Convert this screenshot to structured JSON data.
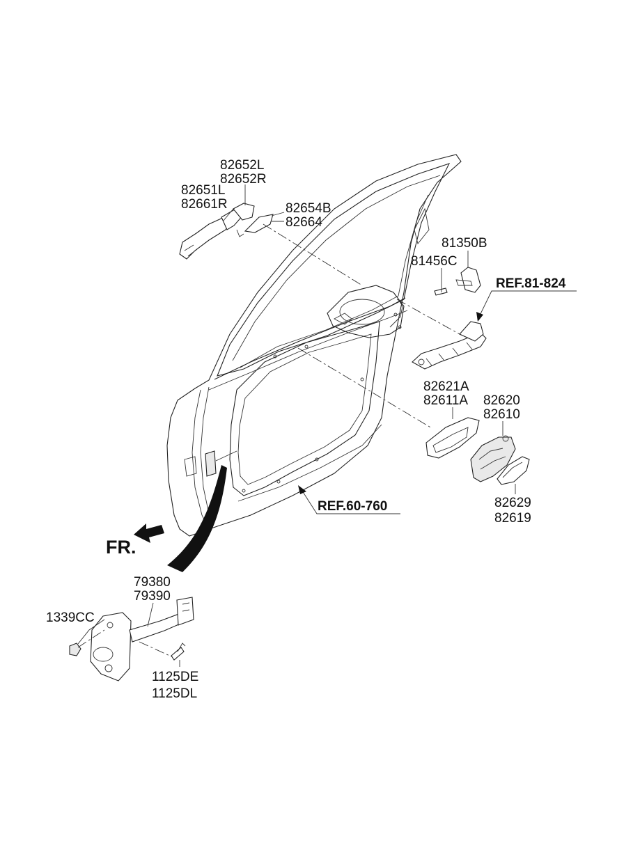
{
  "labels": {
    "p82652L": "82652L",
    "p82652R": "82652R",
    "p82651L": "82651L",
    "p82661R": "82661R",
    "p82654B": "82654B",
    "p82664": "82664",
    "p81350B": "81350B",
    "p81456C": "81456C",
    "ref81": "REF.81-824",
    "p82621A": "82621A",
    "p82611A": "82611A",
    "p82620": "82620",
    "p82610": "82610",
    "p82629": "82629",
    "p82619": "82619",
    "ref60": "REF.60-760",
    "fr": "FR.",
    "p79380": "79380",
    "p79390": "79390",
    "p1339CC": "1339CC",
    "p1125DE": "1125DE",
    "p1125DL": "1125DL"
  },
  "colors": {
    "line": "#222222",
    "background": "#ffffff"
  }
}
